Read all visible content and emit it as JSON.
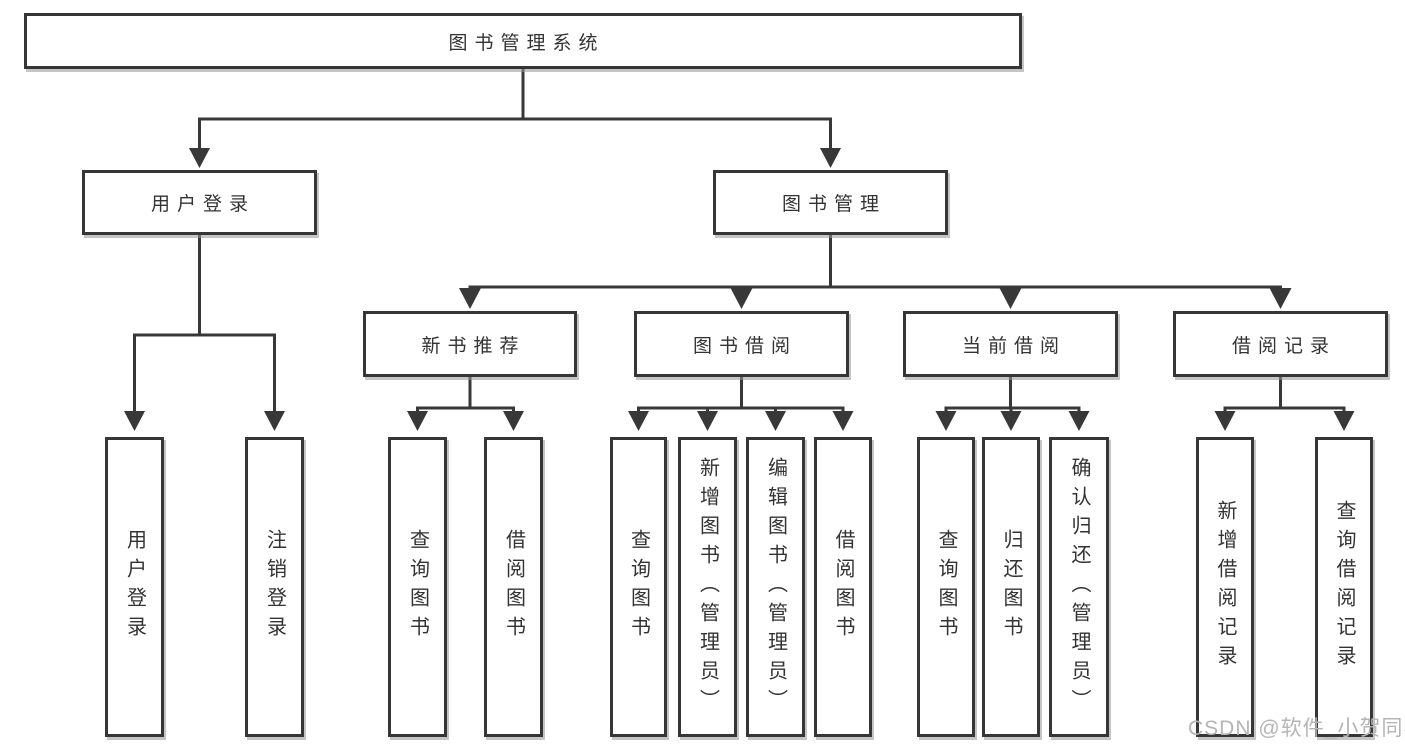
{
  "tree": {
    "root": {
      "label": "图书管理系统"
    },
    "branches": [
      {
        "label": "用户登录",
        "children": [
          {
            "label": "用户登录"
          },
          {
            "label": "注销登录"
          }
        ]
      },
      {
        "label": "图书管理",
        "sections": [
          {
            "label": "新书推荐",
            "children": [
              {
                "label": "查询图书"
              },
              {
                "label": "借阅图书"
              }
            ]
          },
          {
            "label": "图书借阅",
            "children": [
              {
                "label": "查询图书"
              },
              {
                "label": "新增图书（管理员）"
              },
              {
                "label": "编辑图书（管理员）"
              },
              {
                "label": "借阅图书"
              }
            ]
          },
          {
            "label": "当前借阅",
            "children": [
              {
                "label": "查询图书"
              },
              {
                "label": "归还图书"
              },
              {
                "label": "确认归还（管理员）"
              }
            ]
          },
          {
            "label": "借阅记录",
            "children": [
              {
                "label": "新增借阅记录"
              },
              {
                "label": "查询借阅记录"
              }
            ]
          }
        ]
      }
    ]
  },
  "watermark": {
    "text": "CSDN @软件_小贺同学",
    "color": "#b5b5b5"
  },
  "colors": {
    "line": "#383838",
    "box_border": "#363636",
    "box_fill": "#ffffff",
    "text": "#333333"
  }
}
